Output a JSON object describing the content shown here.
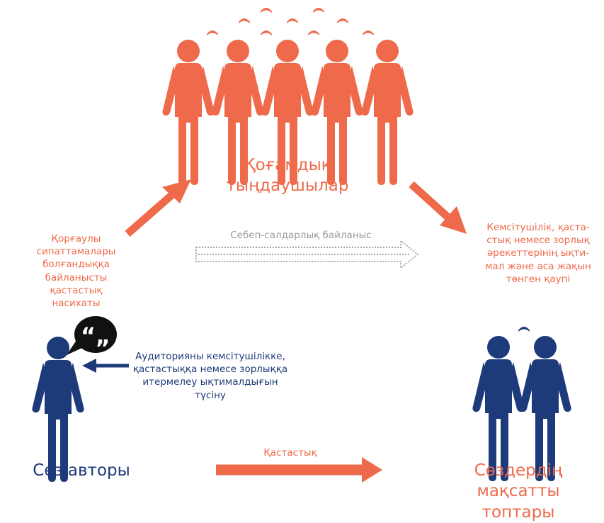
{
  "colors": {
    "orange": "#ee6a4b",
    "navy": "#1d3a7a",
    "gray": "#9a9a9a"
  },
  "audience": {
    "title_line1": "Қоғамдық",
    "title_line2": "тыңдаушылар"
  },
  "left_label": {
    "line1": "Қорғаулы",
    "line2": "сипаттамалары",
    "line3": "болғандыққа",
    "line4": "байланысты қастастық",
    "line5": "насихаты"
  },
  "right_label": {
    "line1": "Кемсітушілік, қаста-",
    "line2": "стық немесе зорлық",
    "line3": "әрекеттерінің ықти-",
    "line4": "мал және аса жақын",
    "line5": "төнген қаупі"
  },
  "causal_link": "Себеп-салдарлық байланыс",
  "understanding": {
    "line1": "Аудиторияны кемсітушілікке,",
    "line2": "қастастыққа немесе зорлыққа",
    "line3": "итермелеу ықтималдығын",
    "line4": "түсіну"
  },
  "speaker": "Сөз авторы",
  "hostility_label": "Қастастық",
  "targets": {
    "line1": "Сөздердің мақсатты",
    "line2": "топтары"
  },
  "icons": [
    "person-icon",
    "speech-bubble-quote-icon",
    "arc-icon"
  ]
}
